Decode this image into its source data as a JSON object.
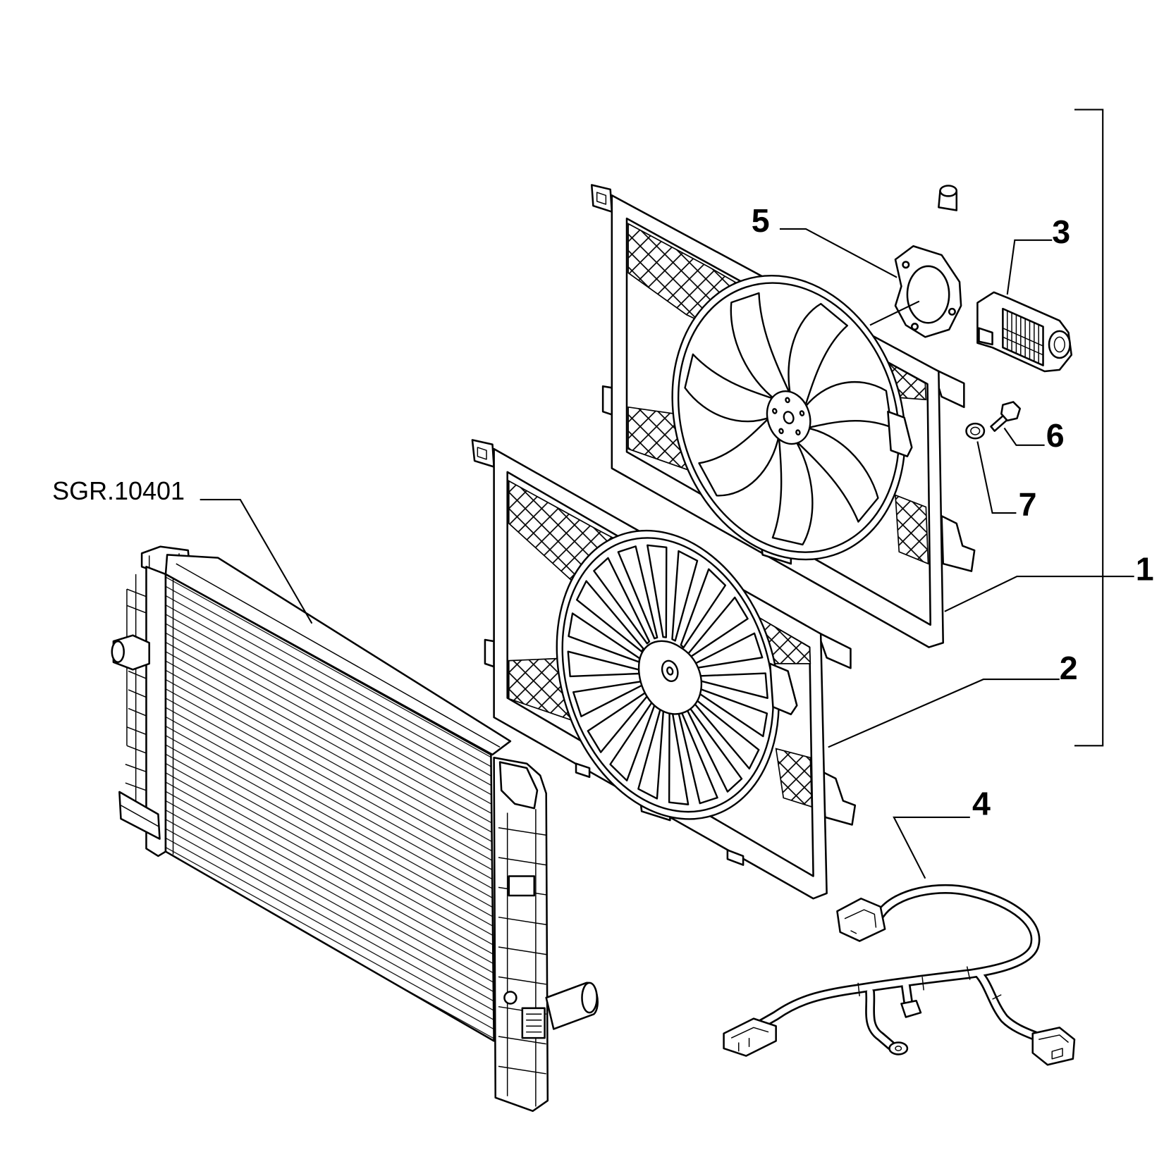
{
  "diagram": {
    "reference_label": "SGR.10401",
    "callouts": [
      "1",
      "2",
      "3",
      "4",
      "5",
      "6",
      "7"
    ]
  },
  "colors": {
    "line": "#000000",
    "background": "#ffffff"
  }
}
